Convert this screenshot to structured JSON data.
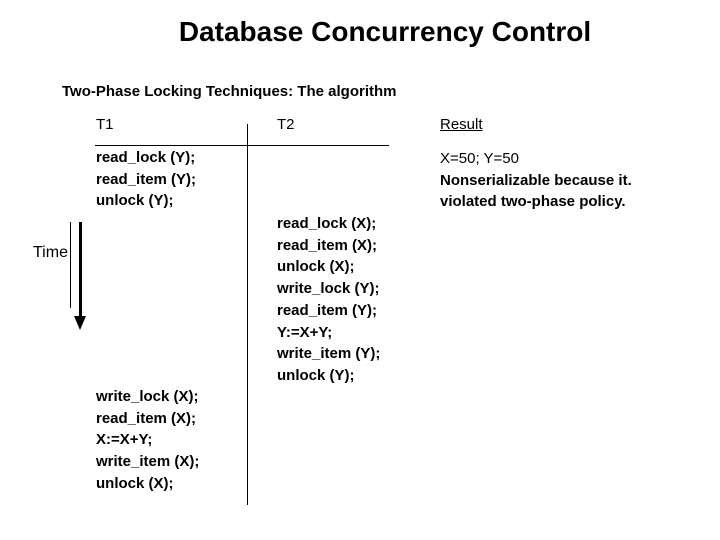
{
  "title": "Database Concurrency Control",
  "subtitle": "Two-Phase Locking Techniques: The algorithm",
  "schedule": {
    "t1_header": "T1",
    "t2_header": "T2",
    "result_header": "Result",
    "time_label": "Time",
    "t1_first_block": [
      "read_lock (Y);",
      "read_item (Y);",
      "unlock (Y);"
    ],
    "t2_block": [
      "read_lock (X);",
      "read_item (X);",
      "unlock (X);",
      "write_lock (Y);",
      "read_item (Y);",
      "Y:=X+Y;",
      "write_item (Y);",
      "unlock (Y);"
    ],
    "t1_second_block": [
      "write_lock (X);",
      "read_item (X);",
      "X:=X+Y;",
      "write_item (X);",
      "unlock (X);"
    ],
    "result_values_line": "X=50; Y=50",
    "result_note_lines": [
      "Nonserializable because it.",
      "violated two-phase policy."
    ]
  },
  "colors": {
    "text": "#000000",
    "background": "#ffffff",
    "line": "#000000"
  }
}
